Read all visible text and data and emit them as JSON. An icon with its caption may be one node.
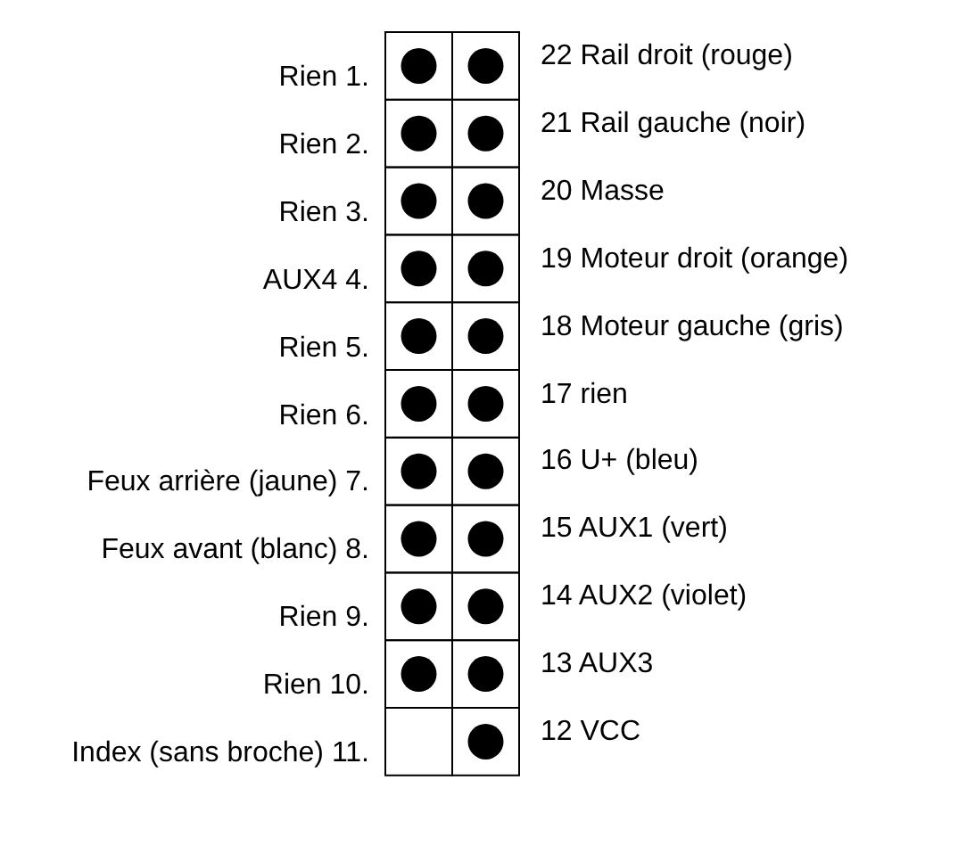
{
  "diagram": {
    "labels": [
      "Rien 1.",
      "22 Rail droit (rouge)",
      "Rien 2.",
      "21 Rail gauche (noir)",
      "Rien 3.",
      "20 Masse",
      "AUX4 4.",
      "19 Moteur droit (orange)",
      "Rien 5.",
      "18 Moteur gauche (gris)",
      "Rien 6.",
      "17 rien",
      "Feux arrière (jaune) 7.",
      "16 U+ (bleu)",
      "Feux avant (blanc) 8.",
      "15 AUX1 (vert)",
      "Rien 9.",
      "14 AUX2 (violet)",
      "Rien 10.",
      "13 AUX3",
      "Index (sans broche) 11.",
      "12 VCC"
    ]
  }
}
